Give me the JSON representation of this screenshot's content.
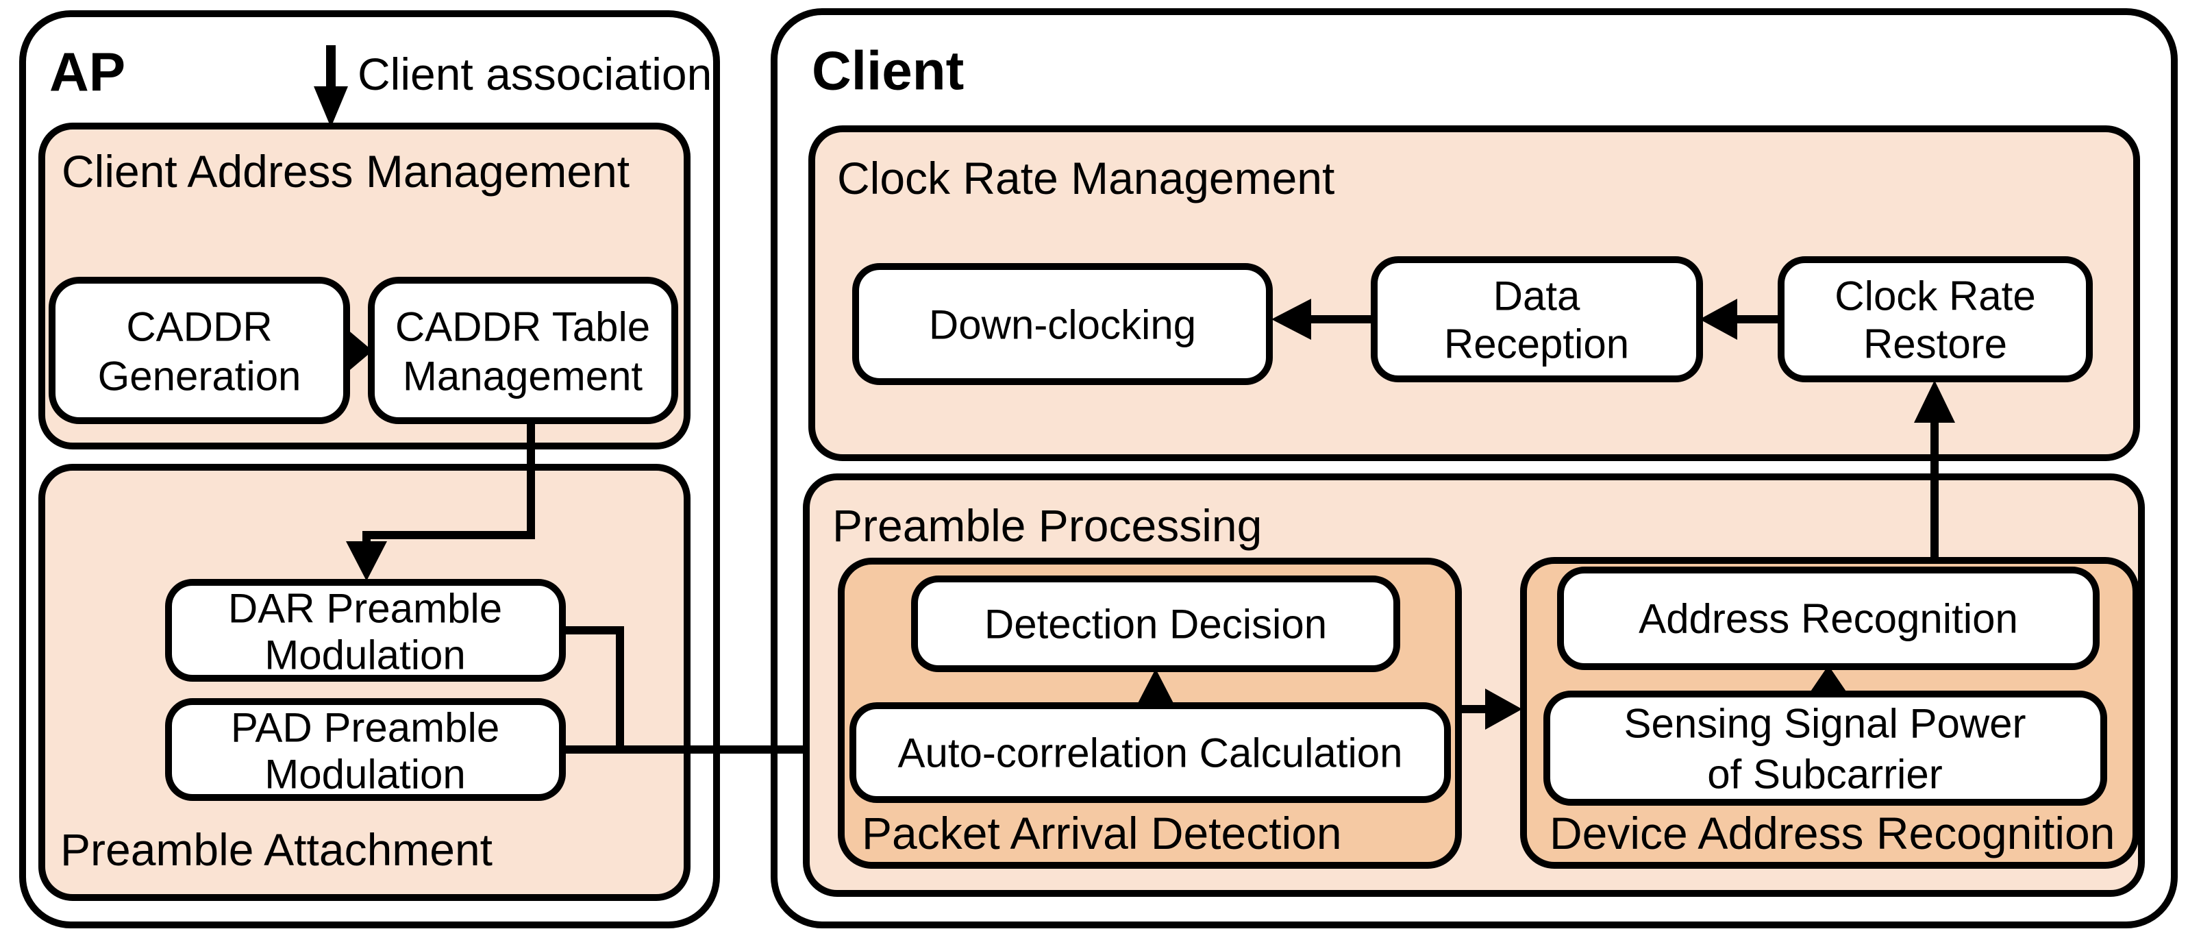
{
  "colors": {
    "panel_fill": "#fae3d3",
    "inner_fill": "#f5c9a3",
    "box_fill": "#ffffff",
    "stroke": "#000000",
    "text": "#000000"
  },
  "ap": {
    "title": "AP",
    "association_label": "Client association",
    "client_address_management": {
      "title": "Client Address Management",
      "caddr_generation": {
        "lines": [
          "CADDR",
          "Generation"
        ]
      },
      "caddr_table_management": {
        "lines": [
          "CADDR Table",
          "Management"
        ]
      }
    },
    "preamble_attachment": {
      "title": "Preamble Attachment",
      "dar_preamble_modulation": {
        "lines": [
          "DAR Preamble",
          "Modulation"
        ]
      },
      "pad_preamble_modulation": {
        "lines": [
          "PAD Preamble",
          "Modulation"
        ]
      }
    }
  },
  "client": {
    "title": "Client",
    "clock_rate_management": {
      "title": "Clock Rate Management",
      "down_clocking": {
        "lines": [
          "Down-clocking"
        ]
      },
      "data_reception": {
        "lines": [
          "Data",
          "Reception"
        ]
      },
      "clock_rate_restore": {
        "lines": [
          "Clock Rate",
          "Restore"
        ]
      }
    },
    "preamble_processing": {
      "title": "Preamble Processing",
      "packet_arrival_detection": {
        "title": "Packet Arrival Detection",
        "detection_decision": {
          "lines": [
            "Detection Decision"
          ]
        },
        "auto_correlation_calculation": {
          "lines": [
            "Auto-correlation Calculation"
          ]
        }
      },
      "device_address_recognition": {
        "title": "Device Address Recognition",
        "address_recognition": {
          "lines": [
            "Address Recognition"
          ]
        },
        "sensing_signal_power": {
          "lines": [
            "Sensing Signal Power",
            "of Subcarrier"
          ]
        }
      }
    }
  }
}
